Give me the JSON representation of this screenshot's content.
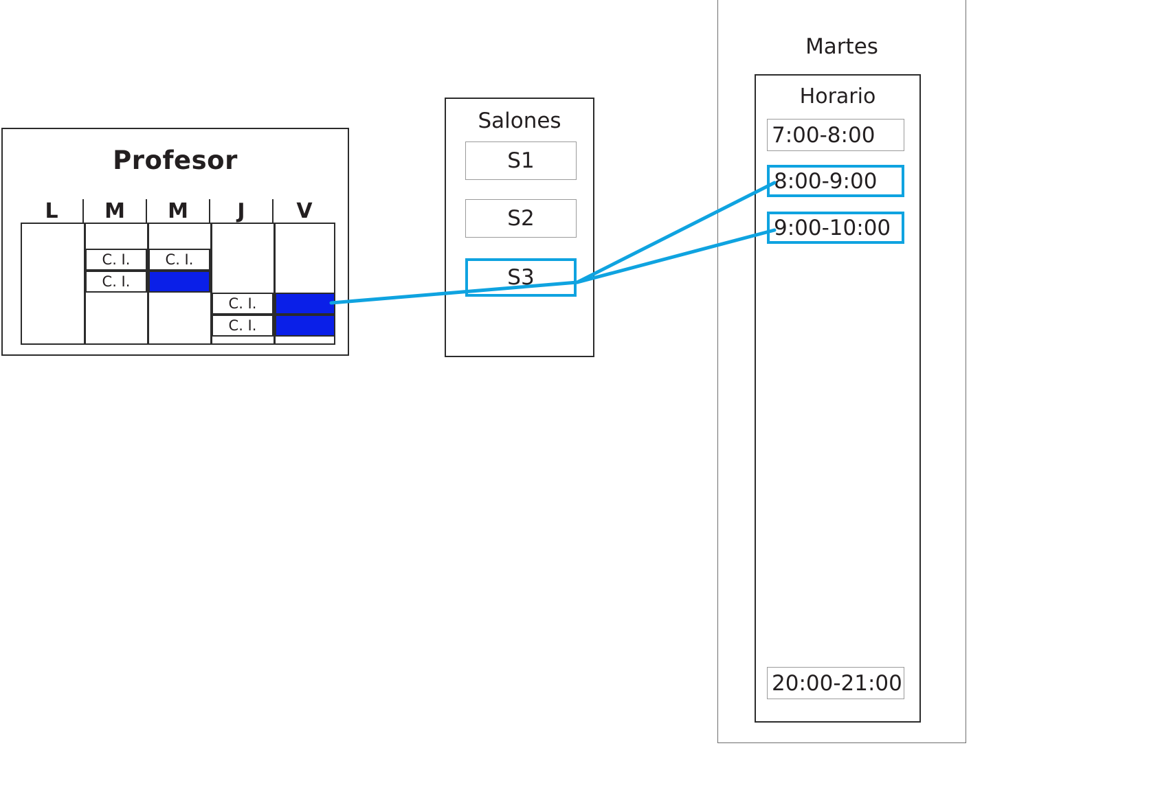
{
  "colors": {
    "accent": "#0fa3e0",
    "busy": "#0a1fe8",
    "ink": "#231f20",
    "border_strong": "#2b2b2b",
    "border_light": "#9a9a9a"
  },
  "profesor": {
    "title": "Profesor",
    "day_headers": [
      "L",
      "M",
      "M",
      "J",
      "V"
    ],
    "slots": [
      {
        "day_index": 1,
        "label": "C. I.",
        "state": "class"
      },
      {
        "day_index": 1,
        "label": "C. I.",
        "state": "class"
      },
      {
        "day_index": 2,
        "label": "C. I.",
        "state": "class"
      },
      {
        "day_index": 2,
        "label": "",
        "state": "busy"
      },
      {
        "day_index": 3,
        "label": "C. I.",
        "state": "class"
      },
      {
        "day_index": 3,
        "label": "C. I.",
        "state": "class"
      },
      {
        "day_index": 4,
        "label": "",
        "state": "busy"
      },
      {
        "day_index": 4,
        "label": "",
        "state": "busy"
      }
    ]
  },
  "salones": {
    "title": "Salones",
    "items": [
      {
        "label": "S1",
        "selected": false
      },
      {
        "label": "S2",
        "selected": false
      },
      {
        "label": "S3",
        "selected": true
      }
    ]
  },
  "martes": {
    "title": "Martes",
    "horario": {
      "title": "Horario",
      "items": [
        {
          "label": "7:00-8:00",
          "selected": false
        },
        {
          "label": "8:00-9:00",
          "selected": true
        },
        {
          "label": "9:00-10:00",
          "selected": true
        },
        {
          "label": "20:00-21:00",
          "selected": false
        }
      ]
    }
  }
}
